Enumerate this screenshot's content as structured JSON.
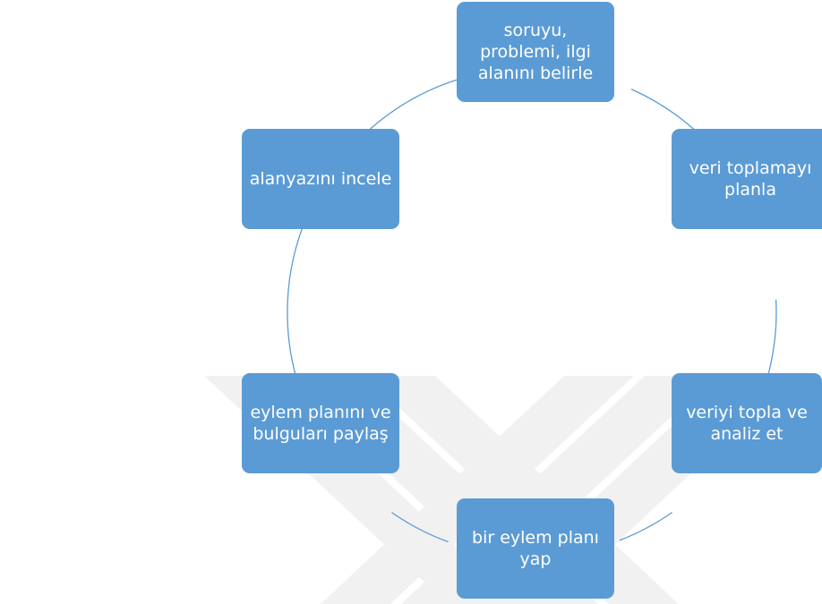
{
  "diagram": {
    "type": "cycle",
    "colors": {
      "box_fill": "#5B9BD5",
      "connector": "#5B9BD5",
      "text": "#FFFFFF",
      "watermark": "#F1F1F1"
    },
    "steps": [
      {
        "id": "s1",
        "label": "soruyu, problemi, ilgi alanını belirle"
      },
      {
        "id": "s2",
        "label": "veri toplamayı planla"
      },
      {
        "id": "s3",
        "label": "veriyi topla ve analiz et"
      },
      {
        "id": "s4",
        "label": "bir eylem planı yap"
      },
      {
        "id": "s5",
        "label": "eylem planını ve bulguları paylaş"
      },
      {
        "id": "s6",
        "label": "alanyazını incele"
      }
    ]
  }
}
